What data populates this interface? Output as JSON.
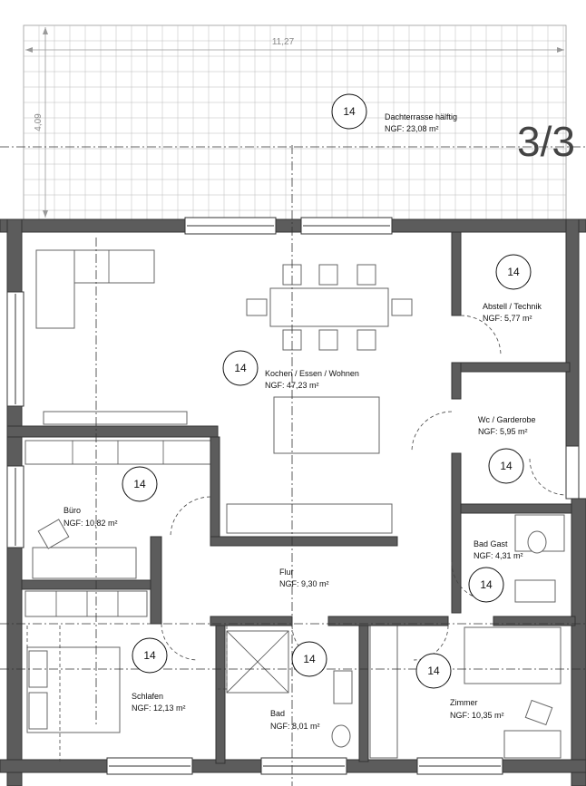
{
  "floor_label": "3/3",
  "dimensions": {
    "terrace_width": "11,27",
    "terrace_depth": "4,09"
  },
  "rooms": [
    {
      "id": "dachterrasse",
      "name": "Dachterrasse hälftig",
      "area": "NGF: 23,08 m²",
      "marker": "14"
    },
    {
      "id": "kochen",
      "name": "Kochen / Essen / Wohnen",
      "area": "NGF: 47,23 m²",
      "marker": "14"
    },
    {
      "id": "abstell",
      "name": "Abstell / Technik",
      "area": "NGF: 5,77 m²",
      "marker": "14"
    },
    {
      "id": "wc",
      "name": "Wc / Garderobe",
      "area": "NGF: 5,95 m²",
      "marker": "14"
    },
    {
      "id": "buero",
      "name": "Büro",
      "area": "NGF: 10,82 m²",
      "marker": "14"
    },
    {
      "id": "badgast",
      "name": "Bad Gast",
      "area": "NGF: 4,31 m²",
      "marker": "14"
    },
    {
      "id": "flur",
      "name": "Flur",
      "area": "NGF: 9,30 m²",
      "marker": ""
    },
    {
      "id": "schlafen",
      "name": "Schlafen",
      "area": "NGF: 12,13 m²",
      "marker": "14"
    },
    {
      "id": "bad",
      "name": "Bad",
      "area": "NGF: 8,01 m²",
      "marker": "14"
    },
    {
      "id": "zimmer",
      "name": "Zimmer",
      "area": "NGF: 10,35 m²",
      "marker": "14"
    }
  ],
  "colors": {
    "wall": "#5c5c5c",
    "line": "#555555",
    "grid": "#bbbbbb"
  }
}
